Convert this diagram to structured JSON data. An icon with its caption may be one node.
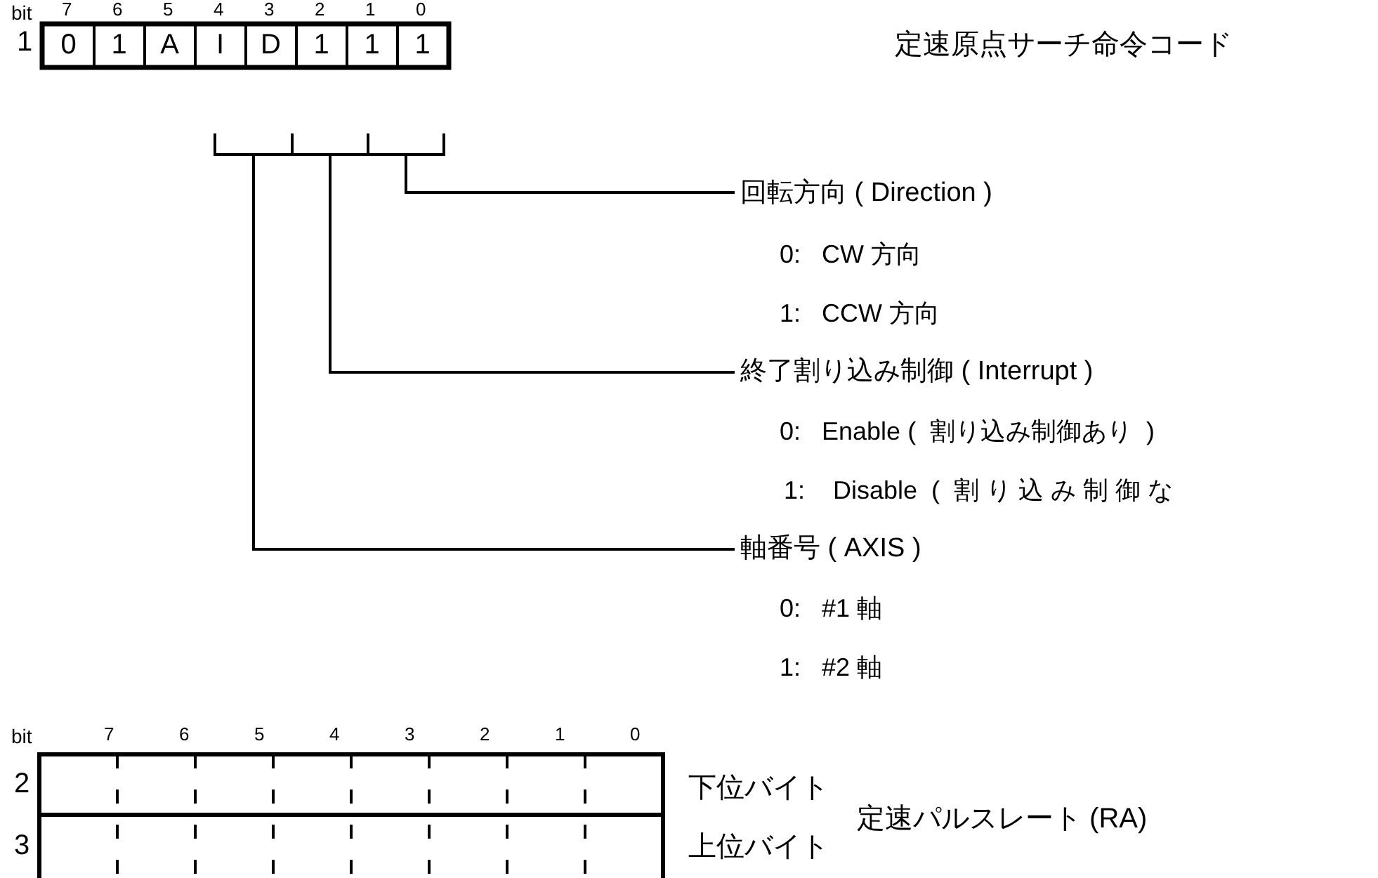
{
  "diagram": {
    "nodes": [
      {
        "text": [
          "0"
        ]
      },
      {
        "text": [
          "1"
        ]
      },
      {
        "text": [
          "A"
        ]
      },
      {
        "text": [
          "I"
        ]
      },
      {
        "text": [
          "D"
        ]
      },
      {
        "text": [
          "1"
        ]
      },
      {
        "text": [
          "1"
        ]
      },
      {
        "text": [
          "1"
        ]
      },
      {
        "text": [
          "回転方向 ( Direction )"
        ]
      },
      {
        "text": [
          "終了割り込み制御 ( Interrupt )"
        ]
      },
      {
        "text": [
          "軸番号 ( AXIS )"
        ]
      },
      {
        "text": [],
        "shape": "bracket"
      },
      {
        "text": [],
        "shape": "bracket"
      },
      {
        "text": [],
        "shape": "bracket"
      }
    ],
    "edges": [
      {
        "from": 8,
        "to": 13,
        "arrow": "none"
      },
      {
        "from": 9,
        "to": 12,
        "arrow": "none"
      },
      {
        "from": 10,
        "to": 11,
        "arrow": "none"
      }
    ],
    "labels": [
      "bit",
      "7",
      "6",
      "5",
      "4",
      "3",
      "2",
      "1",
      "0",
      "1",
      "定速原点サーチ命令コード",
      "0:   CW 方向",
      "1:   CCW 方向",
      "0:   Enable (  割り込み制御あり  )",
      "1:    Disable  (  割 り 込 み 制 御 な",
      "0:   #1 軸",
      "1:   #2 軸",
      "bit",
      "7",
      "6",
      "5",
      "4",
      "3",
      "2",
      "1",
      "0",
      "2",
      "3",
      "下位バイト",
      "上位バイト",
      "定速パルスレート (RA)"
    ]
  }
}
